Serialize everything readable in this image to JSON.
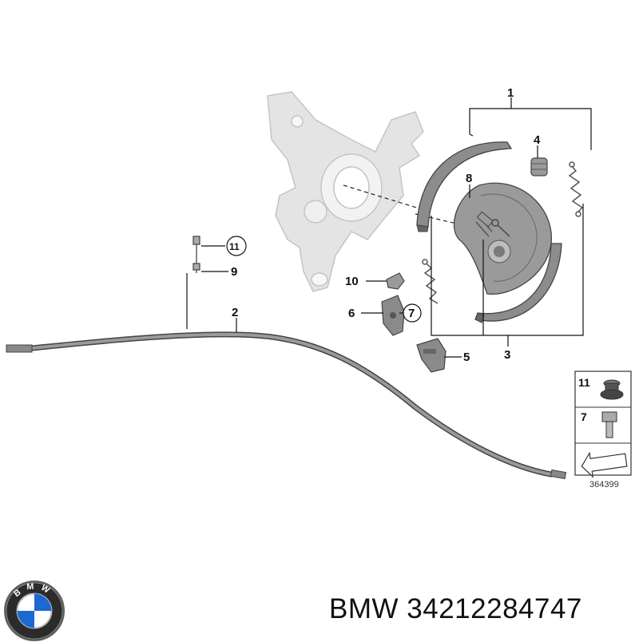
{
  "callouts": {
    "c1": "1",
    "c2": "2",
    "c3": "3",
    "c4": "4",
    "c5": "5",
    "c6": "6",
    "c7": "7",
    "c8": "8",
    "c9": "9",
    "c10": "10",
    "c11": "11"
  },
  "inset": {
    "row1": "11",
    "row2": "7"
  },
  "reference_number": "364399",
  "caption": {
    "brand": "BMW",
    "part_number": "34212284747"
  },
  "logo": {
    "letters": [
      "B",
      "M",
      "W"
    ],
    "icon": "bmw-roundel-icon"
  },
  "colors": {
    "part_gray": "#8a8a8a",
    "part_dark": "#555555",
    "knuckle": "#dcdcdc",
    "logo_blue": "#1c69d4"
  }
}
